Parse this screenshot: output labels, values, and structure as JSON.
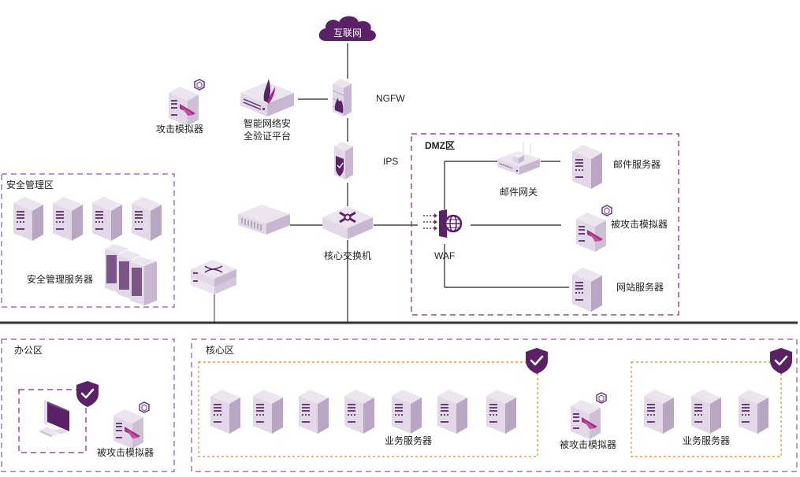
{
  "diagram": {
    "internet": {
      "label": "互联网"
    },
    "ngfw": {
      "label": "NGFW"
    },
    "ips": {
      "label": "IPS"
    },
    "core_switch": {
      "label": "核心交换机"
    },
    "attack_simulator": {
      "label": "攻击模拟器"
    },
    "security_platform": {
      "label_line1": "智能网络安",
      "label_line2": "全验证平台"
    },
    "zones": {
      "dmz": {
        "title": "DMZ区",
        "waf": {
          "label": "WAF"
        },
        "mail_gateway": {
          "label": "邮件网关"
        },
        "mail_server": {
          "label": "邮件服务器"
        },
        "victim_simulator": {
          "label": "被攻击模拟器"
        },
        "web_server": {
          "label": "网站服务器"
        }
      },
      "security_mgmt": {
        "title": "安全管理区",
        "servers_label": "安全管理服务器"
      },
      "office": {
        "title": "办公区",
        "victim_simulator": {
          "label": "被攻击模拟器"
        }
      },
      "core": {
        "title": "核心区",
        "business_servers_left": {
          "label": "业务服务器"
        },
        "victim_simulator": {
          "label": "被攻击模拟器"
        },
        "business_servers_right": {
          "label": "业务服务器"
        }
      }
    },
    "colors": {
      "accent_purple": "#5a2167",
      "device_light": "#e4dbe8",
      "device_mid": "#c9b7d1",
      "device_dark": "#b8a4c2",
      "zone_border": "#8a5a9a",
      "dmz_border": "#7a2a7e",
      "core_inner_border": "#e08a1e",
      "backbone": "#333333"
    }
  }
}
